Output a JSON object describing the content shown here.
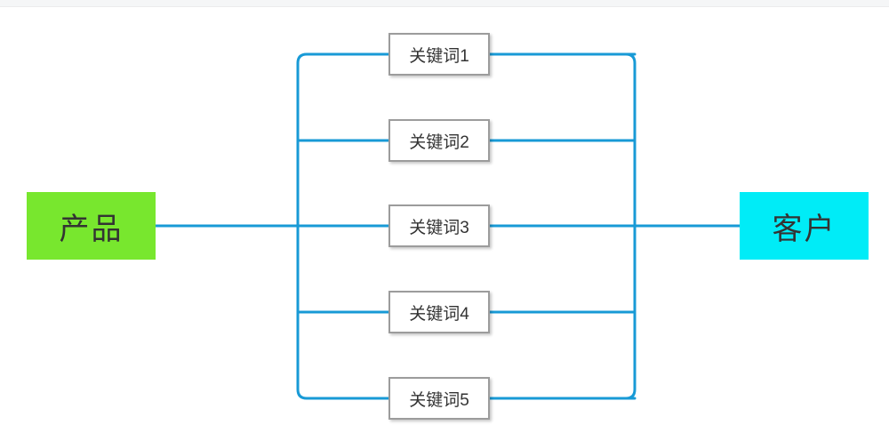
{
  "canvas": {
    "background": "#ffffff",
    "topbar_color": "#f5f6f7"
  },
  "connectors": {
    "color": "#189ad6"
  },
  "nodes": {
    "source": {
      "label": "产品",
      "fill": "#78e72e",
      "text_color": "#333333"
    },
    "target": {
      "label": "客户",
      "fill": "#00ecf7",
      "text_color": "#333333"
    },
    "keywords": [
      {
        "label": "关键词1"
      },
      {
        "label": "关键词2"
      },
      {
        "label": "关键词3"
      },
      {
        "label": "关键词4"
      },
      {
        "label": "关键词5"
      }
    ]
  }
}
